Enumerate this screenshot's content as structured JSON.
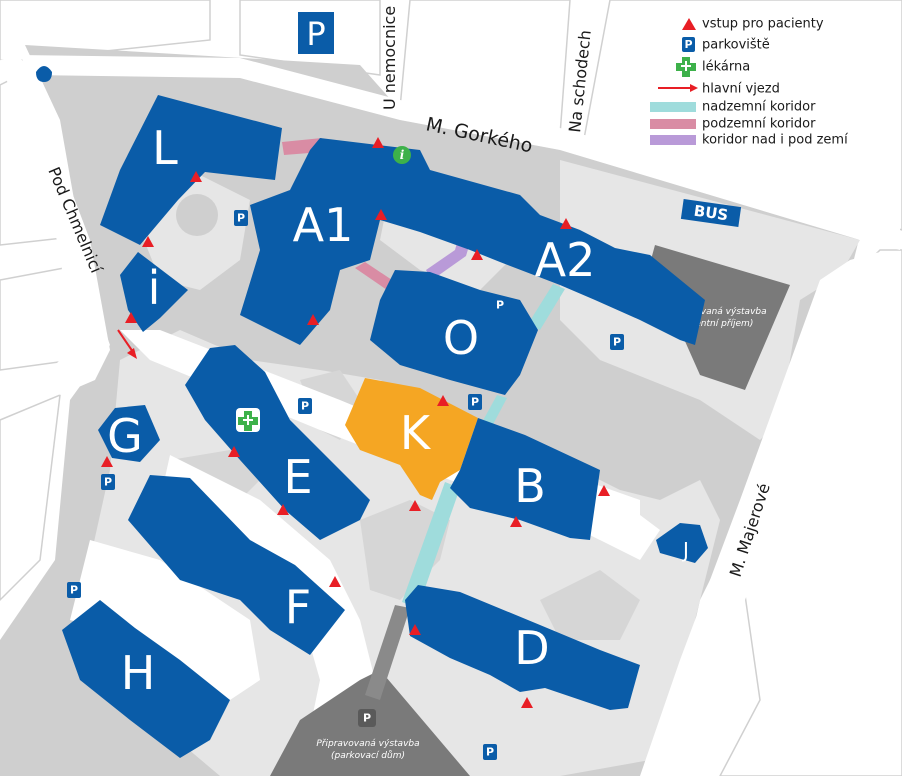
{
  "colors": {
    "building": "#0a5ca8",
    "building_k": "#f5a623",
    "road_gray": "#c9c9c9",
    "light_gray": "#e3e3e3",
    "construction": "#7a7a7a",
    "entrance": "#e81e25",
    "corridor_above": "#9fdcdc",
    "corridor_below": "#d98ca4",
    "corridor_both": "#b99ad8",
    "pharmacy": "#3db14a",
    "info": "#3db14a"
  },
  "buildings": {
    "L": "L",
    "A1": "A1",
    "A2": "A2",
    "I": "i",
    "O": "O",
    "K": "K",
    "E": "E",
    "G": "G",
    "B": "B",
    "F": "F",
    "H": "H",
    "D": "D",
    "J": "J"
  },
  "streets": {
    "gorkeho": "M. Gorkého",
    "u_nemocnice": "U nemocnice",
    "na_schodech": "Na schodech",
    "pod_chmelnici": "Pod Chmelnicí",
    "majerove": "M. Majerové"
  },
  "bus": {
    "label": "BUS"
  },
  "parking_letter": "P",
  "construction": {
    "urgent_title": "Připravovaná výstavba",
    "urgent_sub": "(urgentní příjem)",
    "garage_title": "Připravovaná výstavba",
    "garage_sub": "(parkovací dům)"
  },
  "info_letter": "i",
  "legend": {
    "entrance": "vstup pro pacienty",
    "parking": "parkoviště",
    "pharmacy": "lékárna",
    "main_entrance": "hlavní vjezd",
    "corridor_above": "nadzemní koridor",
    "corridor_below": "podzemní koridor",
    "corridor_both": "koridor nad i pod zemí"
  }
}
